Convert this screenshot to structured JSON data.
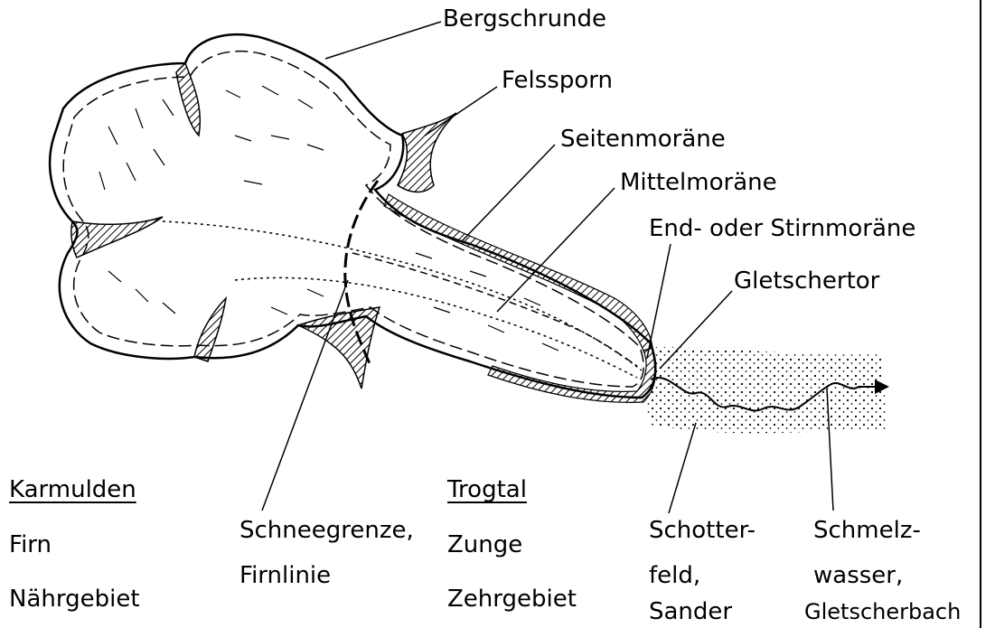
{
  "labels": {
    "bergschrunde": "Bergschrunde",
    "felssporn": "Felssporn",
    "seitenmoraene": "Seitenmoräne",
    "mittelmoraene": "Mittelmoräne",
    "endmoraene": "End- oder Stirnmoräne",
    "gletschertor": "Gletschertor",
    "schneegrenze_1": "Schneegrenze,",
    "schneegrenze_2": "Firnlinie",
    "schotter_1": "Schotter-",
    "schotter_2": "feld,",
    "schotter_3": "Sander",
    "schmelz_1": "Schmelz-",
    "schmelz_2": "wasser,",
    "schmelz_3": "Gletscherbach"
  },
  "legend": {
    "karmulden": {
      "heading": "Karmulden",
      "line1": "Firn",
      "line2": "Nährgebiet"
    },
    "trogtal": {
      "heading": "Trogtal",
      "line1": "Zunge",
      "line2": "Zehrgebiet"
    }
  }
}
